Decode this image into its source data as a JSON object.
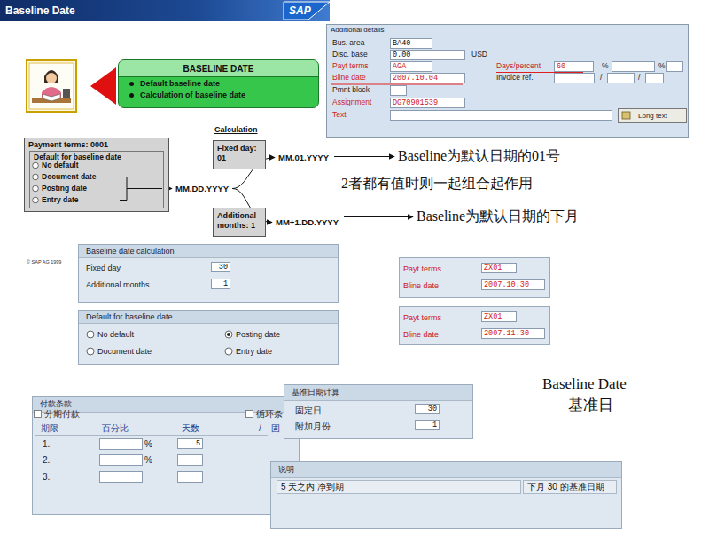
{
  "diagram": {
    "title": "Baseline Date",
    "nodes": [
      {
        "text": [
          "BASELINE DATE",
          "Default baseline date",
          "Calculation of baseline date"
        ]
      },
      {
        "text": [
          "Additional details"
        ]
      },
      {
        "text": [
          "Long text"
        ],
        "in": 1
      },
      {
        "text": [
          "Payment terms: 0001"
        ]
      },
      {
        "text": [
          "Default for baseline date"
        ],
        "in": 3
      },
      {
        "text": [
          "MM.DD.YYYY"
        ]
      },
      {
        "text": [
          "Fixed day: 01"
        ]
      },
      {
        "text": [
          "MM.01.YYYY"
        ]
      },
      {
        "text": [
          "Baseline为默认日期的01号"
        ]
      },
      {
        "text": [
          "Additional months: 1"
        ]
      },
      {
        "text": [
          "MM+1.DD.YYYY"
        ]
      },
      {
        "text": [
          "Baseline为默认日期的下月"
        ]
      },
      {
        "text": [
          "Baseline date calculation"
        ]
      },
      {
        "text": [
          "Default for baseline date"
        ]
      },
      {
        "text": [
          "付款条款"
        ]
      },
      {
        "text": [
          "基准日期计算"
        ]
      },
      {
        "text": [
          "说明"
        ]
      }
    ],
    "edges": [
      {
        "from": 4,
        "to": 5,
        "arrow": "to"
      },
      {
        "from": 5,
        "to": 7,
        "arrow": "to"
      },
      {
        "from": 5,
        "to": 10,
        "arrow": "to"
      },
      {
        "from": 7,
        "to": 8,
        "arrow": "to"
      },
      {
        "from": 10,
        "to": 11,
        "arrow": "to"
      }
    ],
    "labels": [
      "SAP",
      "Bus. area",
      "BA40",
      "Disc. base",
      "0.00",
      "USD",
      "Payt terms",
      "AGA",
      "Days/percent",
      "60",
      "%",
      "%",
      "Bline date",
      "2007.10.04",
      "Invoice ref.",
      "/",
      "/",
      "Pmnt block",
      "Assignment",
      "DG70901539",
      "Text",
      "No default",
      "Document date",
      "Posting date",
      "Entry date",
      "Calculation",
      "2者都有值时则一起组合起作用",
      "© SAP AG 1999",
      "Fixed day",
      "30",
      "Additional months",
      "1",
      "No default",
      "Posting date",
      "Document date",
      "Entry date",
      "Payt terms",
      "ZX01",
      "Bline date",
      "2007.10.30",
      "Payt terms",
      "ZX01",
      "Bline date",
      "2007.11.30",
      "Baseline Date",
      "基准日",
      "分期付款",
      "循环条",
      "期限",
      "百分比",
      "天数",
      "/",
      "固",
      "1.",
      "%",
      "5",
      "2.",
      "%",
      "3.",
      "固定日",
      "30",
      "附加月份",
      "1",
      "5 天之内 净到期",
      "下月 30 的基准日期"
    ]
  }
}
